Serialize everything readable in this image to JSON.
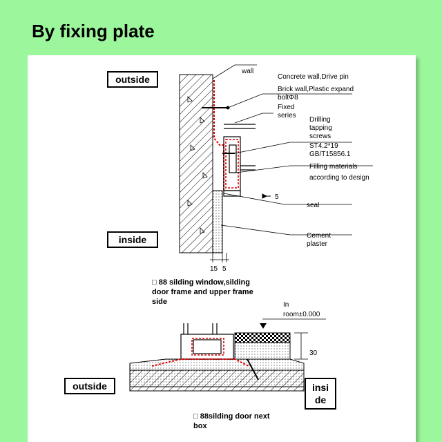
{
  "title": "By fixing plate",
  "colors": {
    "background": "#9cf79c",
    "sheet": "#ffffff",
    "accent_red": "#e00000"
  },
  "upper_detail": {
    "outside_label": "outside",
    "inside_label": "inside",
    "wall": "wall",
    "concrete": "Concrete wall,Drive pin",
    "brick_1": "Brick wall,Plastic expand",
    "brick_2": "boltΦ8",
    "fixed_1": "Fixed",
    "fixed_2": "series",
    "drilling_1": "Drilling",
    "drilling_2": "tapping",
    "drilling_3": "screws",
    "screw_spec_1": "ST4.2*19",
    "screw_spec_2": "GB/T15856.1",
    "filling_1": "Filling materials",
    "filling_2": "according to design",
    "gap": "5",
    "seal": "seal",
    "cement_1": "Cement",
    "cement_2": "plaster",
    "dim_15": "15",
    "dim_5": "5"
  },
  "caption_1": {
    "line1": "□ 88 silding window,silding",
    "line2": "door frame and upper frame",
    "line3": "side"
  },
  "lower_detail": {
    "in_label": "In",
    "room_level": "room±0.000",
    "dim_30": "30",
    "outside_label": "outside",
    "inside_1": "insi",
    "inside_2": "de"
  },
  "caption_2": {
    "line1": "□ 88silding door next",
    "line2": "box"
  }
}
